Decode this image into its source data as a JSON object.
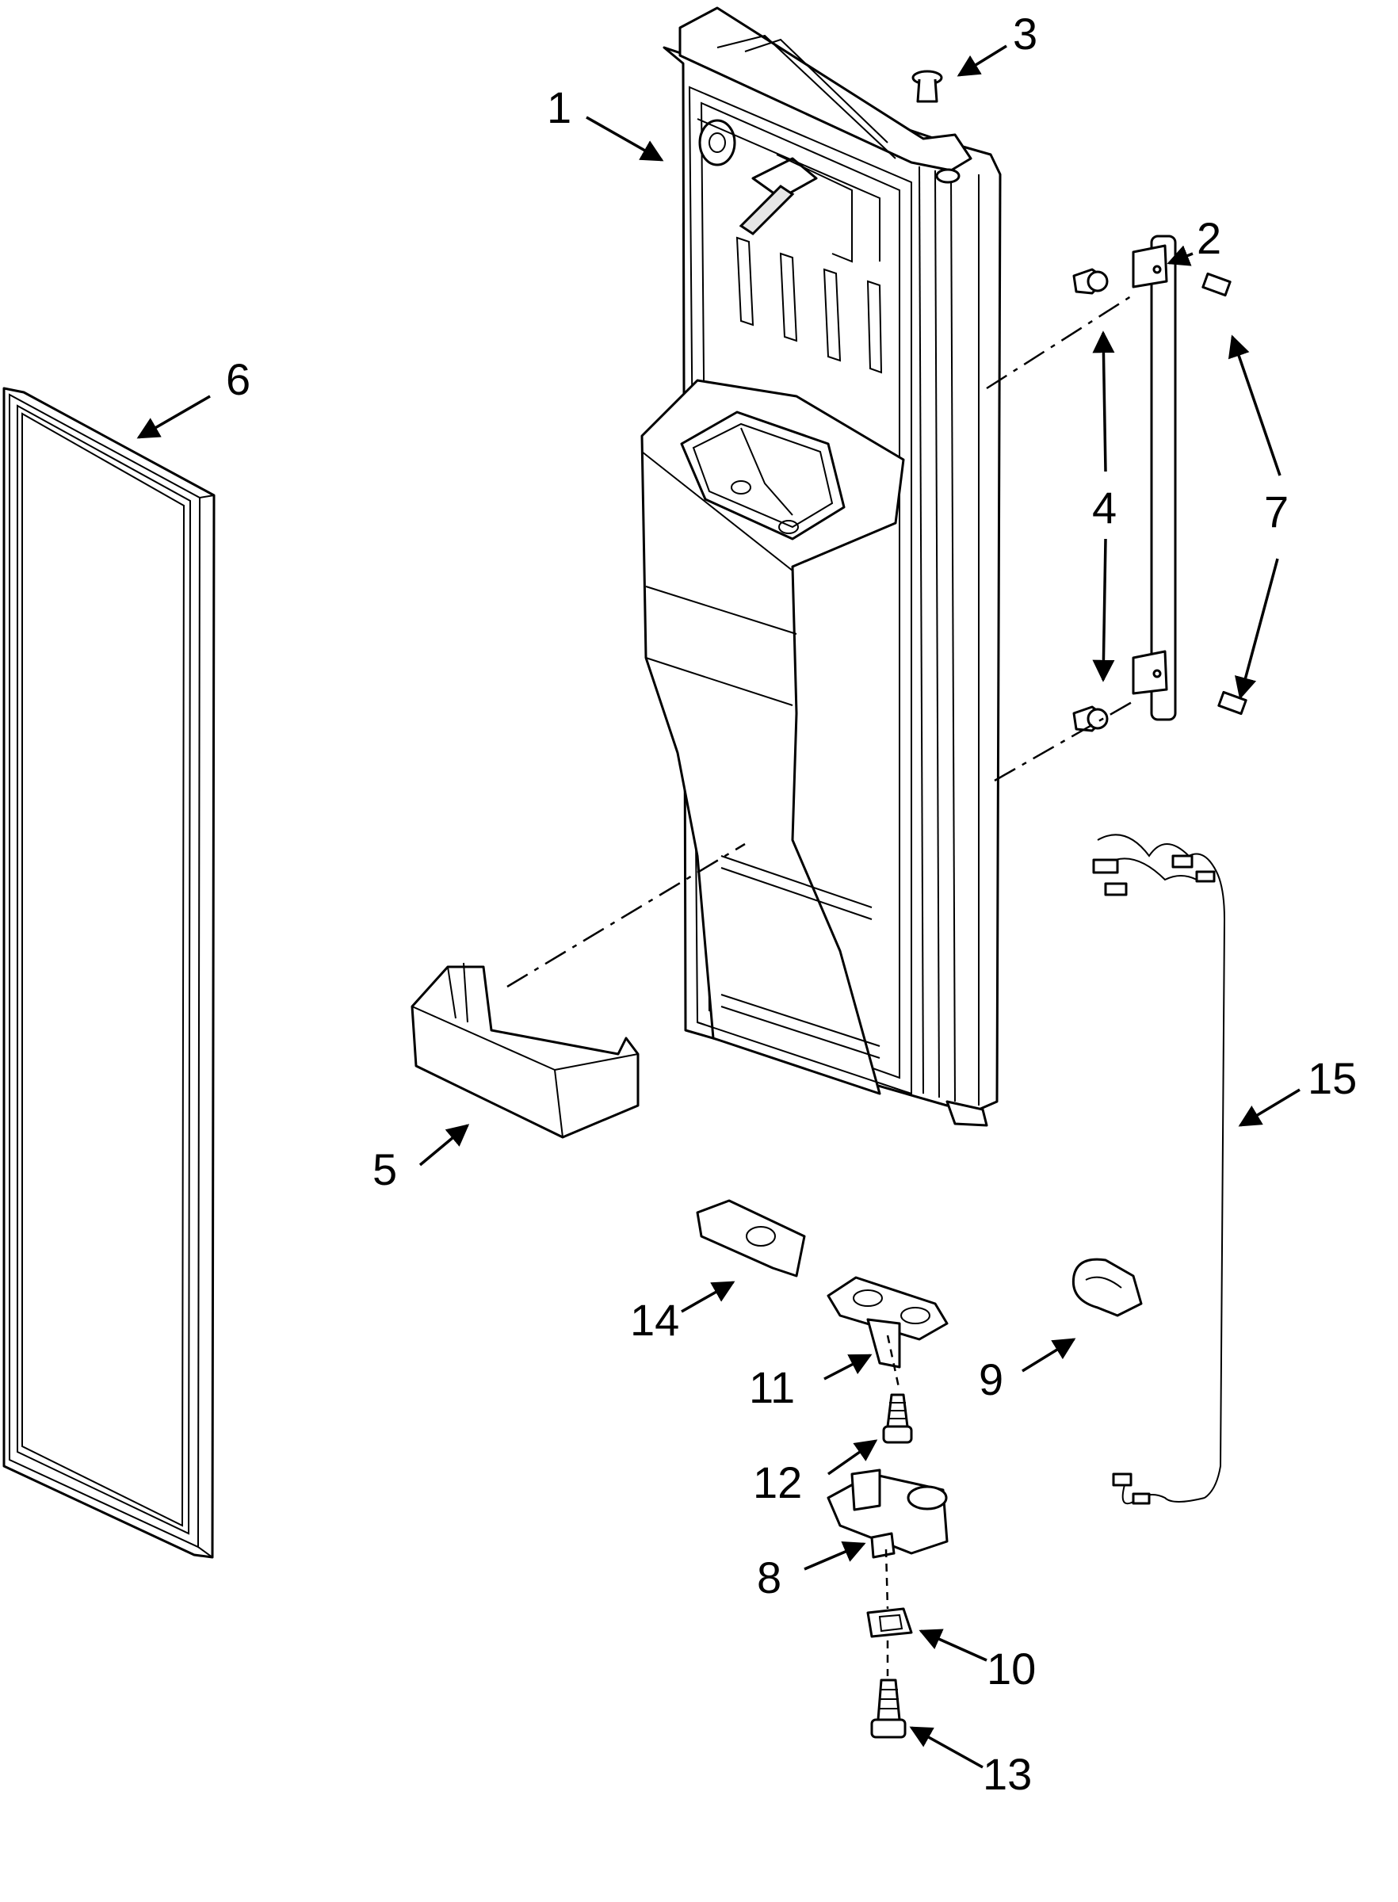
{
  "callouts": {
    "c1": "1",
    "c2": "2",
    "c3": "3",
    "c4": "4",
    "c5": "5",
    "c6": "6",
    "c7": "7",
    "c8": "8",
    "c9": "9",
    "c10": "10",
    "c11": "11",
    "c12": "12",
    "c13": "13",
    "c14": "14",
    "c15": "15"
  },
  "colors": {
    "line": "#000000",
    "background": "#ffffff",
    "shade": "#e6e6e6"
  }
}
